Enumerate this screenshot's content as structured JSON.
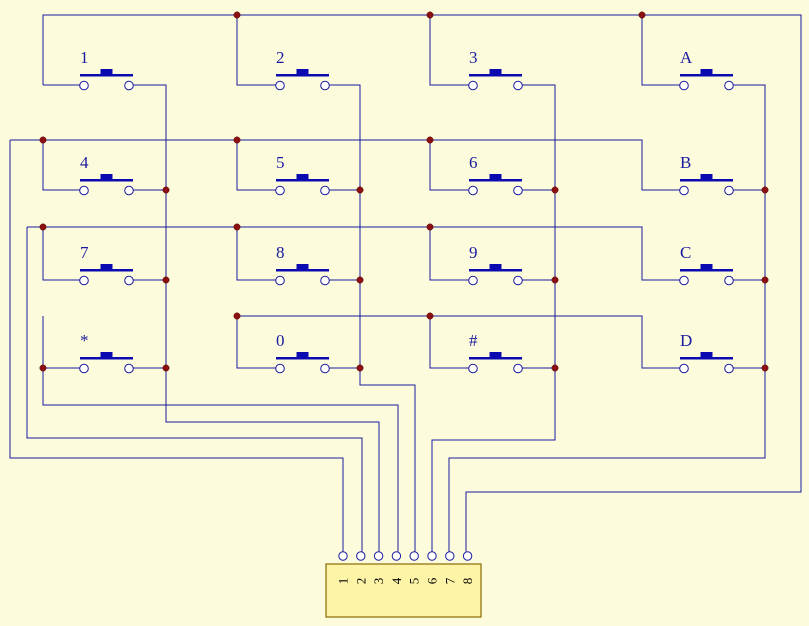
{
  "keypad": {
    "rows": [
      [
        "1",
        "2",
        "3",
        "A"
      ],
      [
        "4",
        "5",
        "6",
        "B"
      ],
      [
        "7",
        "8",
        "9",
        "C"
      ],
      [
        "*",
        "0",
        "#",
        "D"
      ]
    ]
  },
  "connector": {
    "pins": [
      "1",
      "2",
      "3",
      "4",
      "5",
      "6",
      "7",
      "8"
    ]
  },
  "colors": {
    "background": "#fcfcdc",
    "wire": "#1a1aa0",
    "junction": "#8b1010",
    "button_bar": "#0a0ab0",
    "connector_fill": "#fdf4a8"
  }
}
